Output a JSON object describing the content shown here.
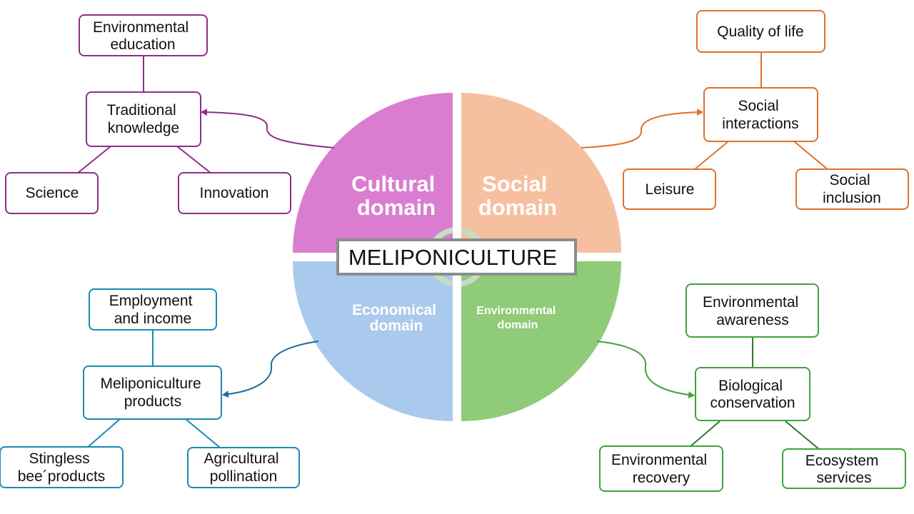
{
  "title": "MELIPONICULTURE",
  "colors": {
    "cultural": "#8e2f8a",
    "social": "#e0712a",
    "economical": "#1a8ab5",
    "environmental": "#3fa33a",
    "cultural_fill": "#da7dd0",
    "social_fill": "#f6c0a0",
    "economical_fill": "#a9caec",
    "environmental_fill": "#8fcb78",
    "center_ring": "#c5dcc2"
  },
  "domains": {
    "cultural": {
      "lines": [
        "Cultural",
        "domain"
      ],
      "items": {
        "top": [
          "Environmental",
          "education"
        ],
        "hub": [
          "Traditional",
          "knowledge"
        ],
        "left": [
          "Science"
        ],
        "right": [
          "Innovation"
        ]
      }
    },
    "social": {
      "lines": [
        "Social",
        "domain"
      ],
      "items": {
        "top": [
          "Quality of life"
        ],
        "hub": [
          "Social",
          "interactions"
        ],
        "left": [
          "Leisure"
        ],
        "right": [
          "Social",
          "inclusion"
        ]
      }
    },
    "economical": {
      "lines": [
        "Economical",
        "domain"
      ],
      "items": {
        "top": [
          "Employment",
          "and income"
        ],
        "hub": [
          "Meliponiculture",
          "products"
        ],
        "left": [
          "Stingless",
          "bee´products"
        ],
        "right": [
          "Agricultural",
          "pollination"
        ]
      }
    },
    "environmental": {
      "lines": [
        "Environmental",
        "domain"
      ],
      "items": {
        "top": [
          "Environmental",
          "awareness"
        ],
        "hub": [
          "Biological",
          "conservation"
        ],
        "left": [
          "Environmental",
          "recovery"
        ],
        "right": [
          "Ecosystem",
          "services"
        ]
      }
    }
  }
}
